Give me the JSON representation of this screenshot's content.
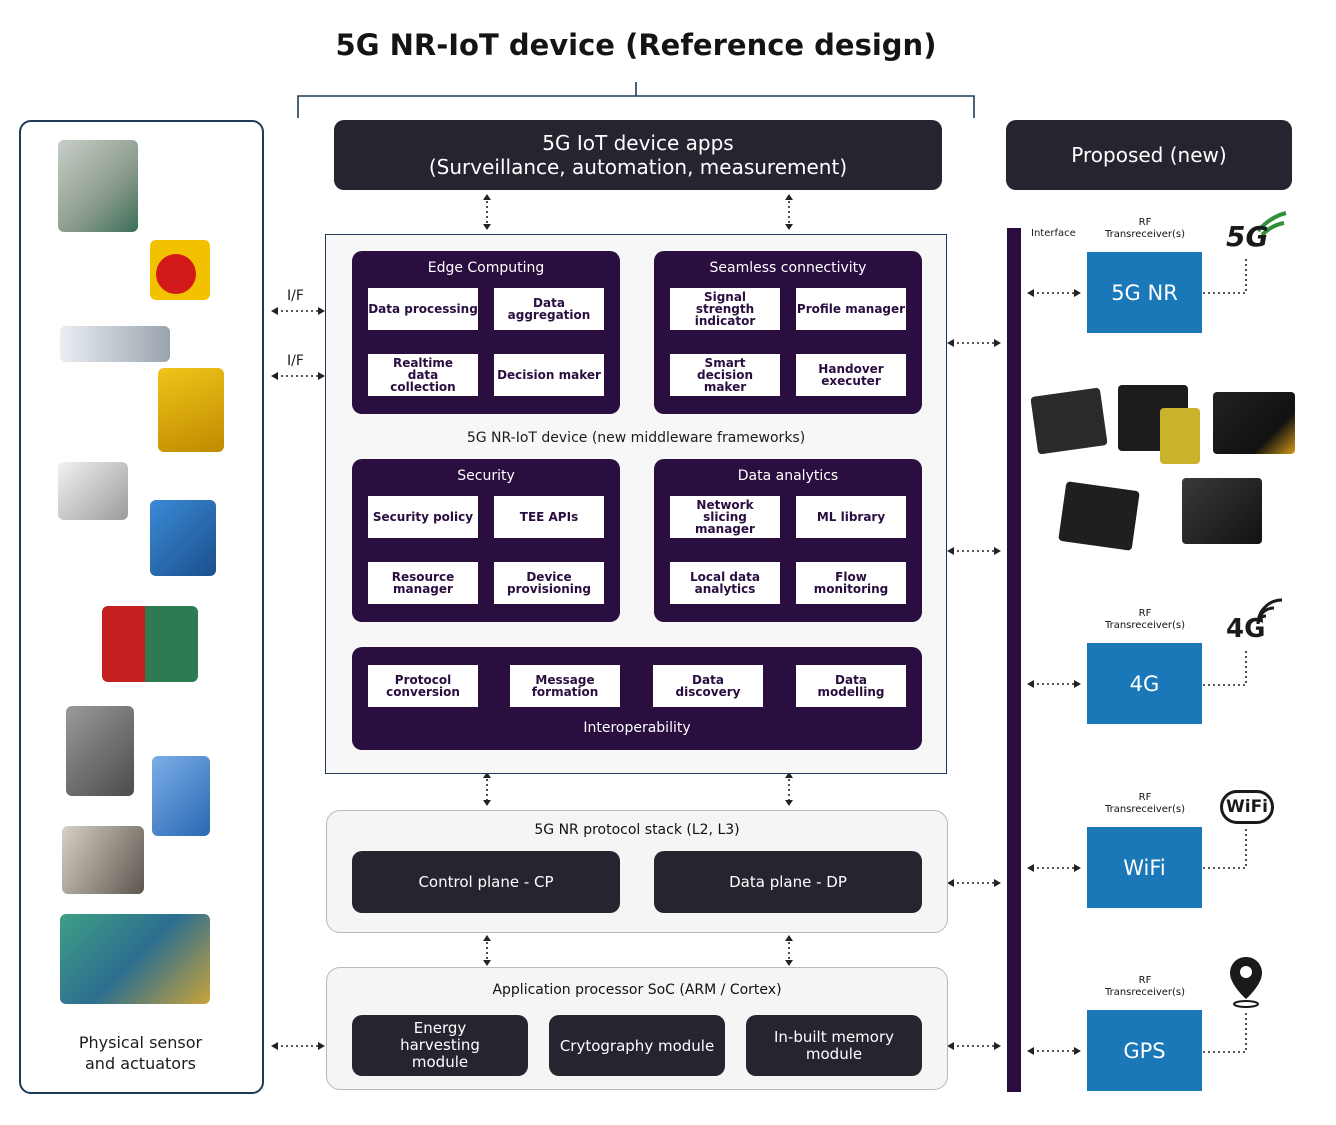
{
  "title": "5G NR-IoT device (Reference design)",
  "apps_box": {
    "line1": "5G IoT device apps",
    "line2": "(Surveillance, automation, measurement)"
  },
  "proposed_box": "Proposed (new)",
  "middleware": {
    "label": "5G NR-IoT device (new middleware frameworks)",
    "edge": {
      "title": "Edge Computing",
      "items": [
        "Data processing",
        "Data aggregation",
        "Realtime data collection",
        "Decision maker"
      ]
    },
    "seamless": {
      "title": "Seamless connectivity",
      "items": [
        "Signal strength indicator",
        "Profile manager",
        "Smart decision maker",
        "Handover executer"
      ]
    },
    "security": {
      "title": "Security",
      "items": [
        "Security policy",
        "TEE APIs",
        "Resource manager",
        "Device provisioning"
      ]
    },
    "analytics": {
      "title": "Data analytics",
      "items": [
        "Network slicing manager",
        "ML library",
        "Local data analytics",
        "Flow monitoring"
      ]
    },
    "interop": {
      "title": "Interoperability",
      "items": [
        "Protocol conversion",
        "Message formation",
        "Data discovery",
        "Data modelling"
      ]
    }
  },
  "protocol_stack": {
    "label": "5G NR protocol stack (L2, L3)",
    "items": [
      "Control plane - CP",
      "Data plane - DP"
    ]
  },
  "app_processor": {
    "label": "Application processor SoC (ARM / Cortex)",
    "items": [
      "Energy harvesting module",
      "Crytography module",
      "In-built memory module"
    ]
  },
  "left_panel": {
    "label_line1": "Physical sensor",
    "label_line2": "and actuators",
    "if_label": "I/F"
  },
  "right": {
    "interface_label": "Interface",
    "rf_label_line1": "RF",
    "rf_label_line2": "Transreceiver(s)",
    "radios": [
      "5G NR",
      "4G",
      "WiFi",
      "GPS"
    ],
    "logos": {
      "5g": "5G",
      "4g": "4G",
      "wifi": "WiFi"
    }
  },
  "colors": {
    "dark_box": "#24252f",
    "purple": "#2a0e40",
    "blue": "#1a77b8",
    "bar": "#2a0e40"
  }
}
